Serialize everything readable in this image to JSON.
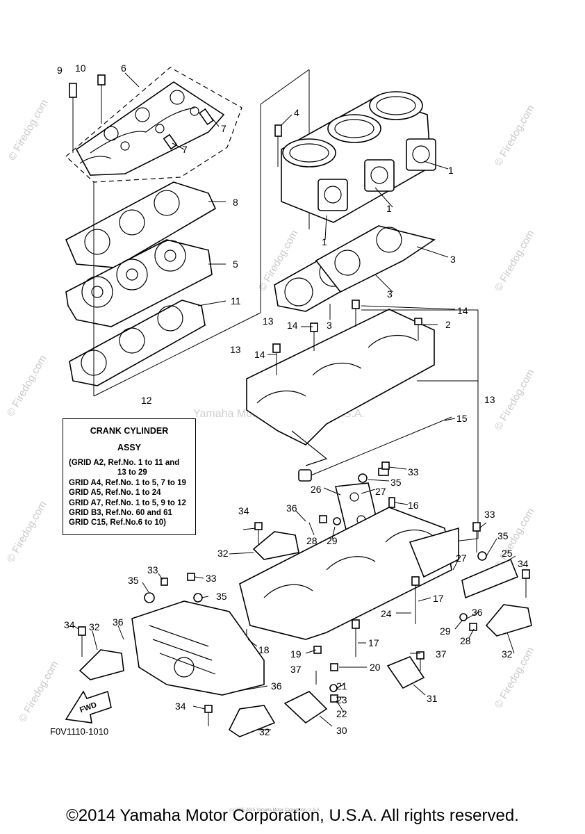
{
  "watermarks": {
    "site": "© Firedog.com",
    "center": "Yamaha Motor Corporation, U.S.A."
  },
  "callouts": [
    "1",
    "2",
    "3",
    "4",
    "5",
    "6",
    "7",
    "8",
    "9",
    "10",
    "11",
    "12",
    "13",
    "14",
    "15",
    "16",
    "17",
    "18",
    "19",
    "20",
    "21",
    "22",
    "23",
    "24",
    "25",
    "26",
    "27",
    "28",
    "29",
    "30",
    "31",
    "32",
    "33",
    "34",
    "35",
    "36",
    "37"
  ],
  "assy_box": {
    "title_line1": "CRANK CYLINDER",
    "title_line2": "ASSY",
    "lines": [
      "(GRID A2, Ref.No. 1 to 11 and",
      "13 to 29",
      "GRID A4, Ref.No. 1 to 5, 7 to 19",
      "GRID A5, Ref.No. 1 to 24",
      "GRID A7, Ref.No. 1 to 5, 9 to 12",
      "GRID B3, Ref.No. 60 and 61",
      "GRID C15, Ref.No.6 to 10)"
    ]
  },
  "fwd_label": "FWD",
  "figure_code": "F0V1110-1010",
  "footer_notice": "(c) 2005-2015 Yamaha Motor Corporation, U.S.A.",
  "copyright": "©2014 Yamaha Motor Corporation, U.S.A. All rights reserved."
}
